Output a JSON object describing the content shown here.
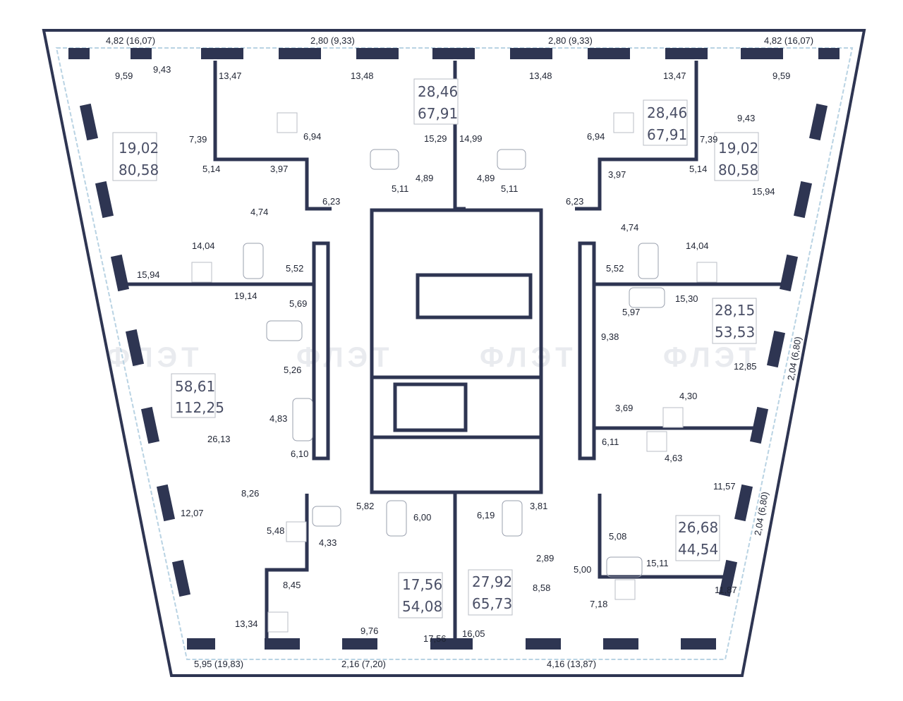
{
  "plan": {
    "frame_dims": [
      {
        "id": "top1",
        "text": "4,82  (16,07)"
      },
      {
        "id": "top2",
        "text": "2,80  (9,33)"
      },
      {
        "id": "top3",
        "text": "2,80  (9,33)"
      },
      {
        "id": "top4",
        "text": "4,82  (16,07)"
      },
      {
        "id": "bot1",
        "text": "5,95  (19,83)"
      },
      {
        "id": "bot2",
        "text": "2,16  (7,20)"
      },
      {
        "id": "bot3",
        "text": "4,16  (13,87)"
      },
      {
        "id": "side1",
        "text": "2,04  (6,80)"
      },
      {
        "id": "side2",
        "text": "2,04  (6,80)"
      }
    ],
    "apartments": [
      {
        "id": "apt-top-left",
        "living": "19,02",
        "total": "80,58"
      },
      {
        "id": "apt-top-center-left",
        "living": "28,46",
        "total": "67,91"
      },
      {
        "id": "apt-top-center-right",
        "living": "28,46",
        "total": "67,91"
      },
      {
        "id": "apt-top-right",
        "living": "19,02",
        "total": "80,58"
      },
      {
        "id": "apt-left",
        "living": "58,61",
        "total": "112,25"
      },
      {
        "id": "apt-right-upper",
        "living": "28,15",
        "total": "53,53"
      },
      {
        "id": "apt-right-lower",
        "living": "26,68",
        "total": "44,54"
      },
      {
        "id": "apt-bottom-center-left",
        "living": "17,56",
        "total": "54,08"
      },
      {
        "id": "apt-bottom-center-right",
        "living": "27,92",
        "total": "65,73"
      }
    ],
    "room_areas": [
      {
        "id": "r1",
        "text": "9,59"
      },
      {
        "id": "r2",
        "text": "9,43"
      },
      {
        "id": "r3",
        "text": "13,47"
      },
      {
        "id": "r4",
        "text": "13,48"
      },
      {
        "id": "r5",
        "text": "13,48"
      },
      {
        "id": "r6",
        "text": "13,47"
      },
      {
        "id": "r7",
        "text": "9,59"
      },
      {
        "id": "r8",
        "text": "9,43"
      },
      {
        "id": "r9",
        "text": "7,39"
      },
      {
        "id": "r10",
        "text": "6,94"
      },
      {
        "id": "r11",
        "text": "15,29"
      },
      {
        "id": "r12",
        "text": "14,99"
      },
      {
        "id": "r13",
        "text": "6,94"
      },
      {
        "id": "r14",
        "text": "7,39"
      },
      {
        "id": "r15",
        "text": "5,14"
      },
      {
        "id": "r16",
        "text": "3,97"
      },
      {
        "id": "r17",
        "text": "4,89"
      },
      {
        "id": "r18",
        "text": "4,89"
      },
      {
        "id": "r19",
        "text": "3,97"
      },
      {
        "id": "r20",
        "text": "5,14"
      },
      {
        "id": "r21",
        "text": "5,11"
      },
      {
        "id": "r22",
        "text": "5,11"
      },
      {
        "id": "r23",
        "text": "15,94"
      },
      {
        "id": "r24",
        "text": "4,74"
      },
      {
        "id": "r25",
        "text": "6,23"
      },
      {
        "id": "r26",
        "text": "6,23"
      },
      {
        "id": "r27",
        "text": "4,74"
      },
      {
        "id": "r28",
        "text": "14,04"
      },
      {
        "id": "r29",
        "text": "14,04"
      },
      {
        "id": "r30",
        "text": "5,52"
      },
      {
        "id": "r31",
        "text": "5,52"
      },
      {
        "id": "r32",
        "text": "15,94"
      },
      {
        "id": "r33",
        "text": "19,14"
      },
      {
        "id": "r34",
        "text": "5,69"
      },
      {
        "id": "r35",
        "text": "5,97"
      },
      {
        "id": "r36",
        "text": "15,30"
      },
      {
        "id": "r37",
        "text": "9,38"
      },
      {
        "id": "r38",
        "text": "5,26"
      },
      {
        "id": "r39",
        "text": "12,85"
      },
      {
        "id": "r40",
        "text": "4,30"
      },
      {
        "id": "r41",
        "text": "3,69"
      },
      {
        "id": "r42",
        "text": "4,83"
      },
      {
        "id": "r43",
        "text": "26,13"
      },
      {
        "id": "r44",
        "text": "6,11"
      },
      {
        "id": "r45",
        "text": "4,63"
      },
      {
        "id": "r46",
        "text": "6,10"
      },
      {
        "id": "r47",
        "text": "8,26"
      },
      {
        "id": "r48",
        "text": "11,57"
      },
      {
        "id": "r49",
        "text": "12,07"
      },
      {
        "id": "r50",
        "text": "5,82"
      },
      {
        "id": "r51",
        "text": "6,00"
      },
      {
        "id": "r52",
        "text": "6,19"
      },
      {
        "id": "r53",
        "text": "3,81"
      },
      {
        "id": "r54",
        "text": "5,48"
      },
      {
        "id": "r55",
        "text": "4,33"
      },
      {
        "id": "r56",
        "text": "5,08"
      },
      {
        "id": "r57",
        "text": "2,89"
      },
      {
        "id": "r58",
        "text": "15,11"
      },
      {
        "id": "r59",
        "text": "5,00"
      },
      {
        "id": "r60",
        "text": "8,45"
      },
      {
        "id": "r61",
        "text": "8,58"
      },
      {
        "id": "r62",
        "text": "11,87"
      },
      {
        "id": "r63",
        "text": "7,18"
      },
      {
        "id": "r64",
        "text": "13,34"
      },
      {
        "id": "r65",
        "text": "9,76"
      },
      {
        "id": "r66",
        "text": "17,56"
      },
      {
        "id": "r67",
        "text": "16,05"
      }
    ],
    "watermark": "ФЛЭТ",
    "colors": {
      "walls": "#2e3552",
      "outer": "#2e3552",
      "windows": "#b9d3e3",
      "labels": "#1f2433",
      "apt_text": "#4a4f66"
    }
  }
}
